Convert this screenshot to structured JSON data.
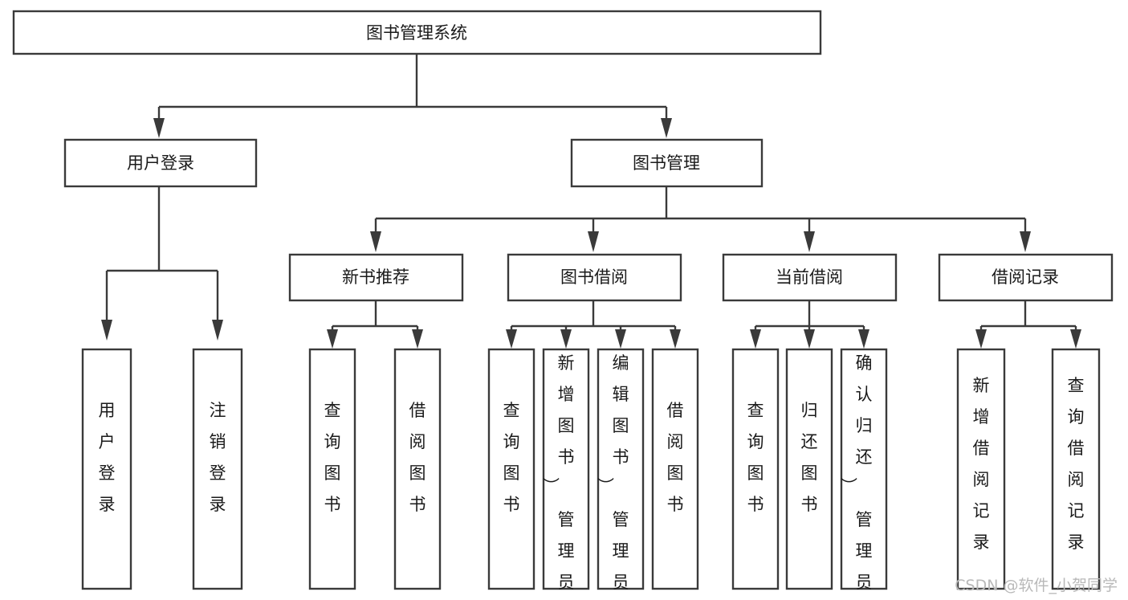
{
  "diagram": {
    "title": "图书管理系统",
    "type": "hierarchy-tree",
    "background_color": "#ffffff",
    "line_color": "#3a3a3a",
    "text_color": "#1a1a1a",
    "root": {
      "id": "root",
      "label": "图书管理系统",
      "orientation": "horizontal"
    },
    "level2": [
      {
        "id": "user-login",
        "label": "用户登录",
        "orientation": "horizontal"
      },
      {
        "id": "book-manage",
        "label": "图书管理",
        "orientation": "horizontal"
      }
    ],
    "level3": [
      {
        "id": "new-book-recommend",
        "label": "新书推荐",
        "orientation": "horizontal",
        "parent": "book-manage"
      },
      {
        "id": "book-borrow",
        "label": "图书借阅",
        "orientation": "horizontal",
        "parent": "book-manage"
      },
      {
        "id": "current-borrow",
        "label": "当前借阅",
        "orientation": "horizontal",
        "parent": "book-manage"
      },
      {
        "id": "borrow-record",
        "label": "借阅记录",
        "orientation": "horizontal",
        "parent": "book-manage"
      }
    ],
    "leaves": [
      {
        "id": "leaf-user-login",
        "label": "用户登录",
        "orientation": "vertical",
        "parent": "user-login"
      },
      {
        "id": "leaf-logout-login",
        "label": "注销登录",
        "orientation": "vertical",
        "parent": "user-login"
      },
      {
        "id": "leaf-query-book-1",
        "label": "查询图书",
        "orientation": "vertical",
        "parent": "new-book-recommend"
      },
      {
        "id": "leaf-borrow-book-1",
        "label": "借阅图书",
        "orientation": "vertical",
        "parent": "new-book-recommend"
      },
      {
        "id": "leaf-query-book-2",
        "label": "查询图书",
        "orientation": "vertical",
        "parent": "book-borrow"
      },
      {
        "id": "leaf-add-book",
        "label": "新增图书（管理员）",
        "orientation": "vertical",
        "parent": "book-borrow"
      },
      {
        "id": "leaf-edit-book",
        "label": "编辑图书（管理员）",
        "orientation": "vertical",
        "parent": "book-borrow"
      },
      {
        "id": "leaf-borrow-book-2",
        "label": "借阅图书",
        "orientation": "vertical",
        "parent": "book-borrow"
      },
      {
        "id": "leaf-query-book-3",
        "label": "查询图书",
        "orientation": "vertical",
        "parent": "current-borrow"
      },
      {
        "id": "leaf-return-book",
        "label": "归还图书",
        "orientation": "vertical",
        "parent": "current-borrow"
      },
      {
        "id": "leaf-confirm-return",
        "label": "确认归还（管理员）",
        "orientation": "vertical",
        "parent": "current-borrow"
      },
      {
        "id": "leaf-add-record",
        "label": "新增借阅记录",
        "orientation": "vertical",
        "parent": "borrow-record"
      },
      {
        "id": "leaf-query-record",
        "label": "查询借阅记录",
        "orientation": "vertical",
        "parent": "borrow-record"
      }
    ]
  },
  "watermark": {
    "text": "CSDN @软件_小贺同学"
  }
}
